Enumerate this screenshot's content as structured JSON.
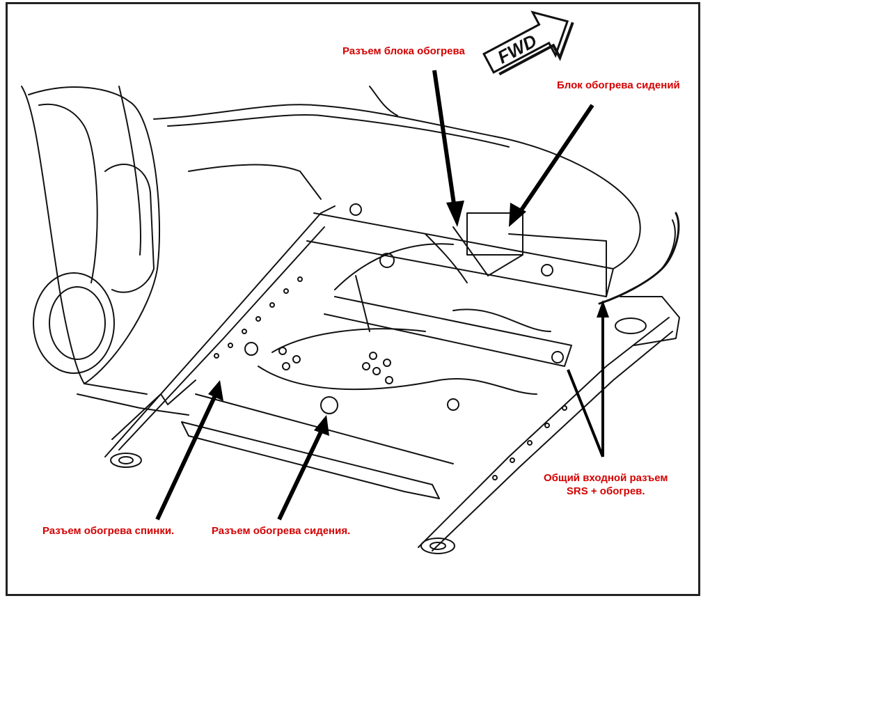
{
  "labels": {
    "heater_block_connector": "Разъем блока обогрева",
    "seat_heater_block": "Блок обогрева сидений",
    "common_input_line1": "Общий входной разъем",
    "common_input_line2": "SRS  + обогрев.",
    "backrest_heater_connector": "Разъем обогрева спинки.",
    "seat_heater_connector": "Разъем обогрева сидения."
  },
  "fwd": {
    "text": "FWD"
  },
  "colors": {
    "label": "#d40000",
    "line": "#111111",
    "arrow": "#000000",
    "frame": "#222222"
  }
}
